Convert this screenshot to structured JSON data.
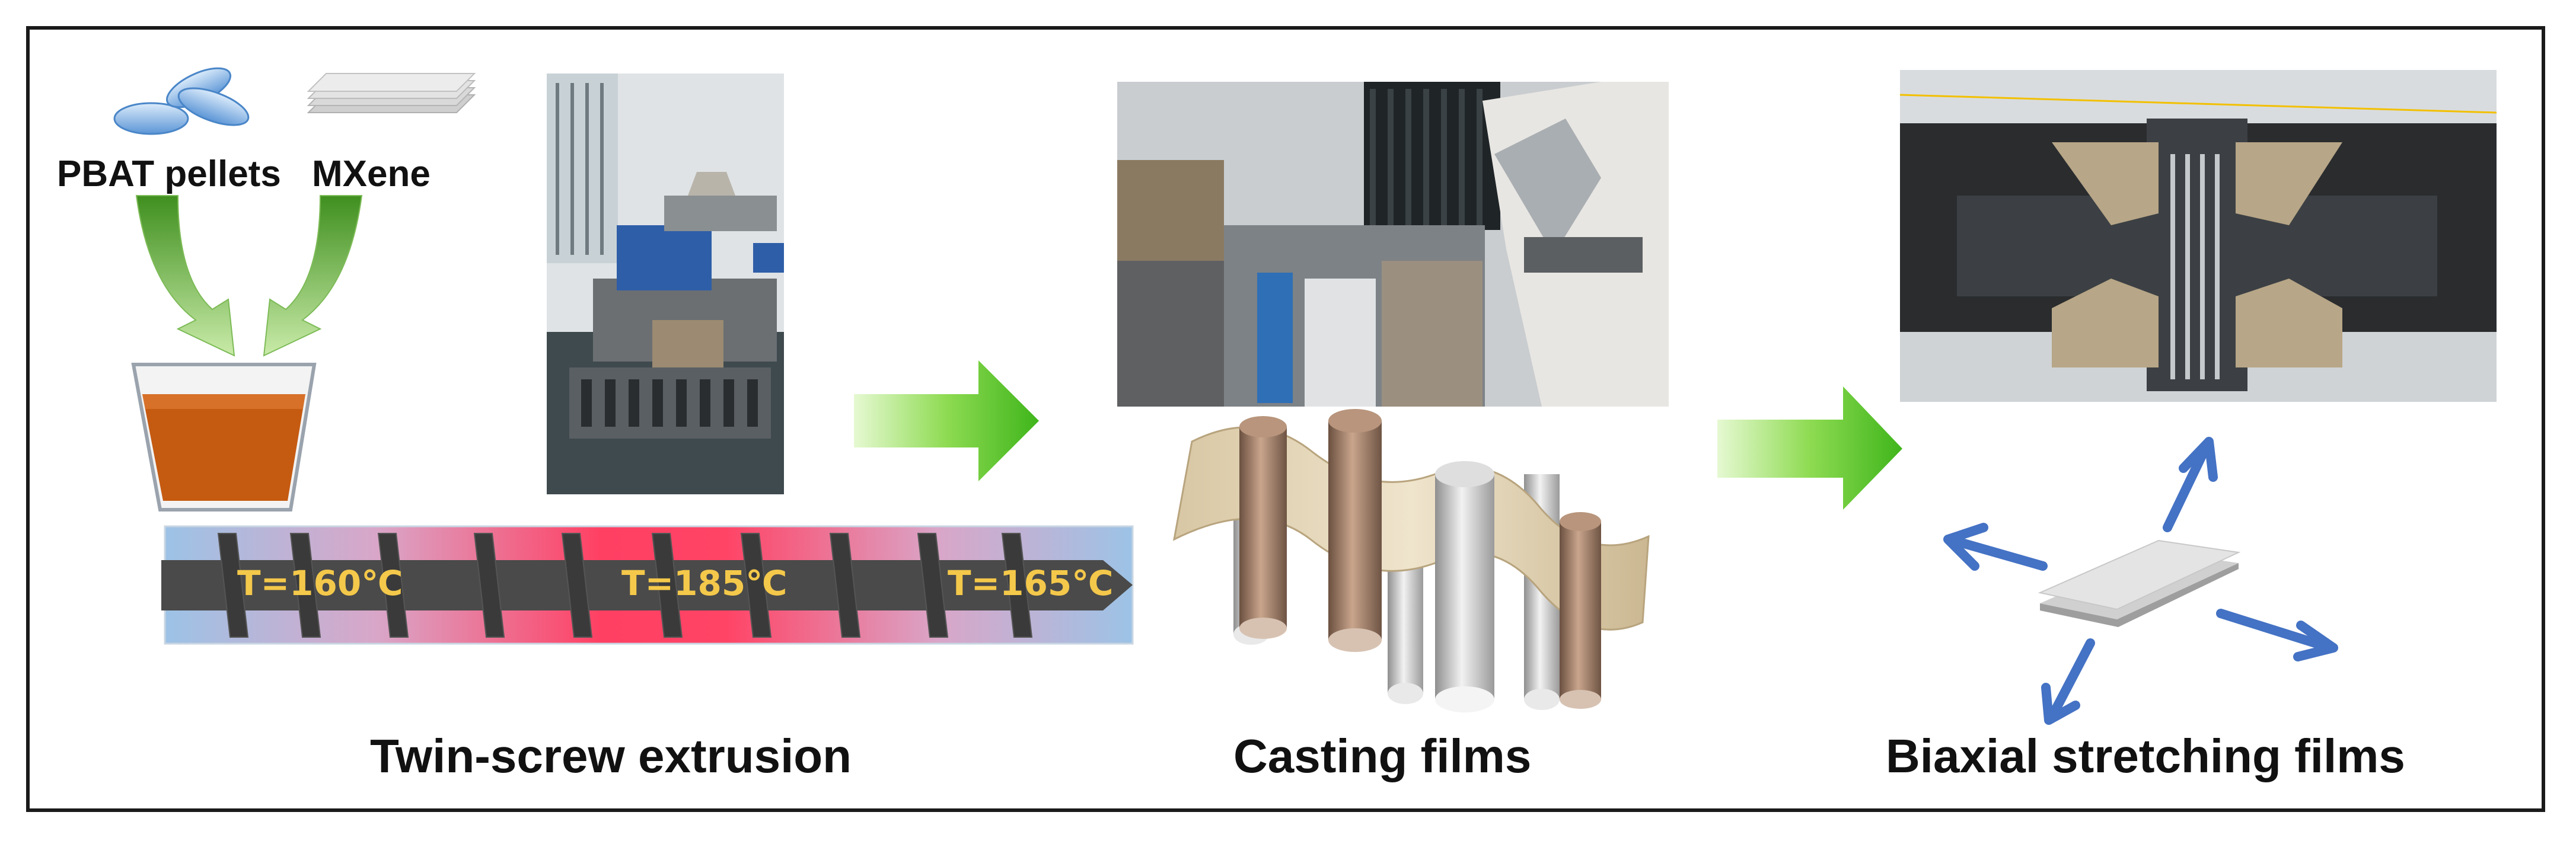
{
  "materials": {
    "pellets_label": "PBAT pellets",
    "mxene_label": "MXene"
  },
  "extruder": {
    "zones": [
      {
        "label": "T=160℃"
      },
      {
        "label": "T=185℃"
      },
      {
        "label": "T=165℃"
      }
    ]
  },
  "stages": {
    "extrusion_label": "Twin-screw extrusion",
    "casting_label": "Casting films",
    "stretching_label": "Biaxial stretching films"
  },
  "colors": {
    "frame": "#1a1a1a",
    "arrow_green": "#5cc12a",
    "arrow_green_light": "#c8f0a0",
    "melt_orange": "#c55a11",
    "pellet_blue": "#7fb2e5",
    "barrel_blue": "#9cc3e6",
    "barrel_red": "#ff3b5c",
    "screw_dark": "#4a4a4a",
    "stretch_arrow": "#4472c4",
    "temp_text": "#f4c84a"
  },
  "icons": [
    "pellets-icon",
    "mxene-sheets-icon",
    "curved-arrow-icon",
    "beaker-icon",
    "extruder-screw-icon",
    "extruder-photo",
    "casting-machine-photo",
    "casting-rollers-icon",
    "stretching-machine-photo",
    "film-square-icon",
    "stretch-arrow-icon",
    "process-arrow-icon"
  ]
}
